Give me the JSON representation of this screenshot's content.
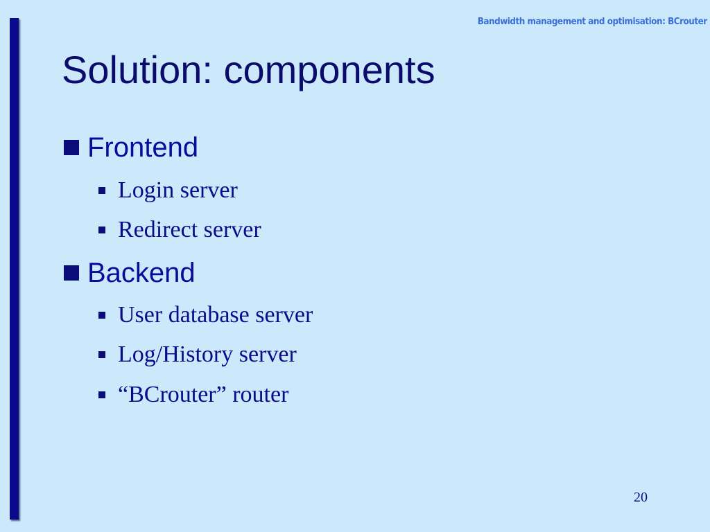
{
  "header": {
    "note": "Bandwidth management and optimisation: BCrouter"
  },
  "slide": {
    "title": "Solution: components",
    "sections": [
      {
        "label": "Frontend",
        "items": [
          "Login server",
          "Redirect server"
        ]
      },
      {
        "label": "Backend",
        "items": [
          "User database server",
          "Log/History server",
          "“BCrouter” router"
        ]
      }
    ],
    "page_number": "20"
  },
  "colors": {
    "background": "#cce9fc",
    "accent_bar": "#0a0a8a",
    "title": "#0b0b6b",
    "header_note": "#3a6fd8"
  }
}
